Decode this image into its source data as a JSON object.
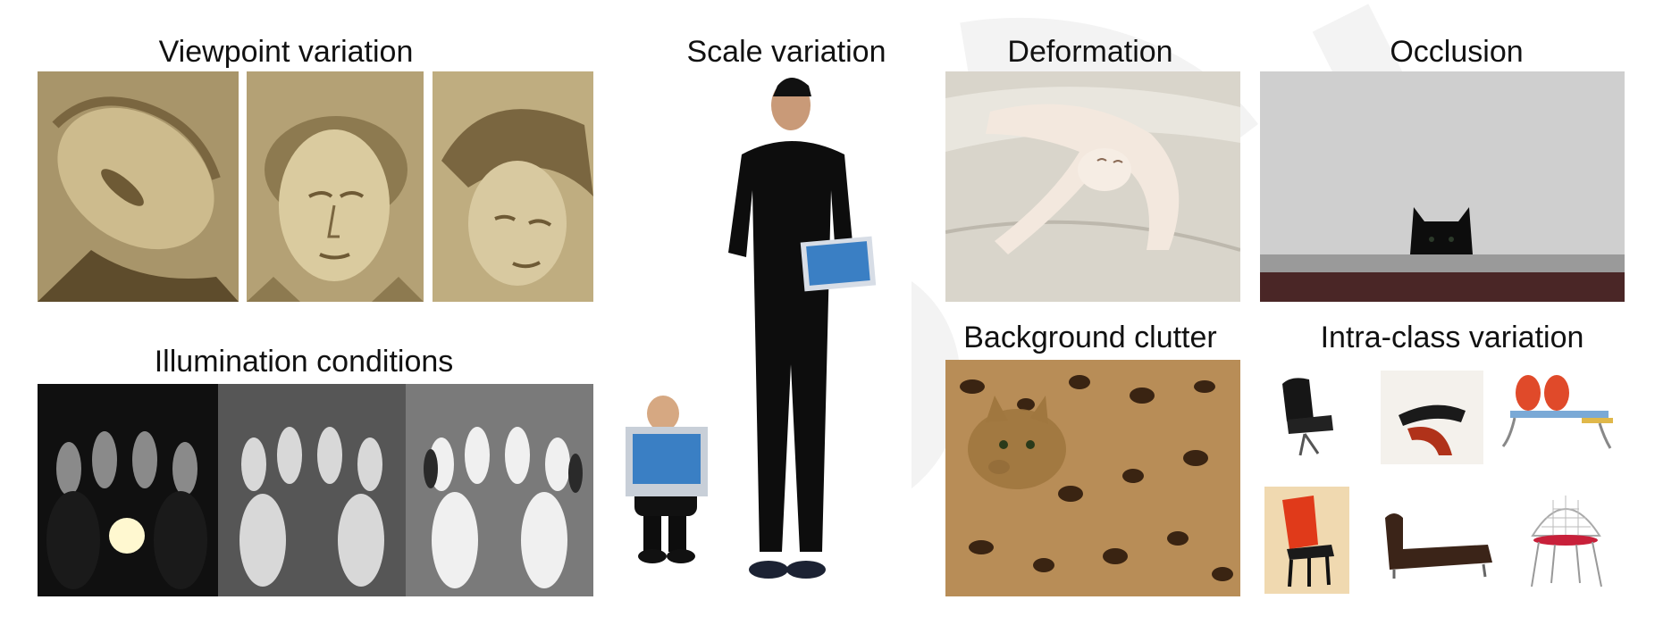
{
  "labels": {
    "viewpoint": "Viewpoint variation",
    "illumination": "Illumination conditions",
    "scale": "Scale variation",
    "deformation": "Deformation",
    "occlusion": "Occlusion",
    "background": "Background clutter",
    "intraclass": "Intra-class variation"
  },
  "colors": {
    "sepia_light": "#d8c9a0",
    "sepia_dark": "#6e5a35",
    "figure_black": "#0d0d0d",
    "laptop_blue": "#3a7fc4",
    "cat_cream": "#f3e8de",
    "leopard_tan": "#b88d57",
    "chair_red": "#e04a2a"
  },
  "icons": {
    "viewpoint": "statue-head-images",
    "illumination": "penguin-figurines-images",
    "scale": "tall-and-short-person-with-laptops",
    "deformation": "stretching-cat-image",
    "occlusion": "cat-peeking-over-wall-image",
    "background": "camouflaged-cat-image",
    "intraclass": "assorted-chairs-images"
  }
}
